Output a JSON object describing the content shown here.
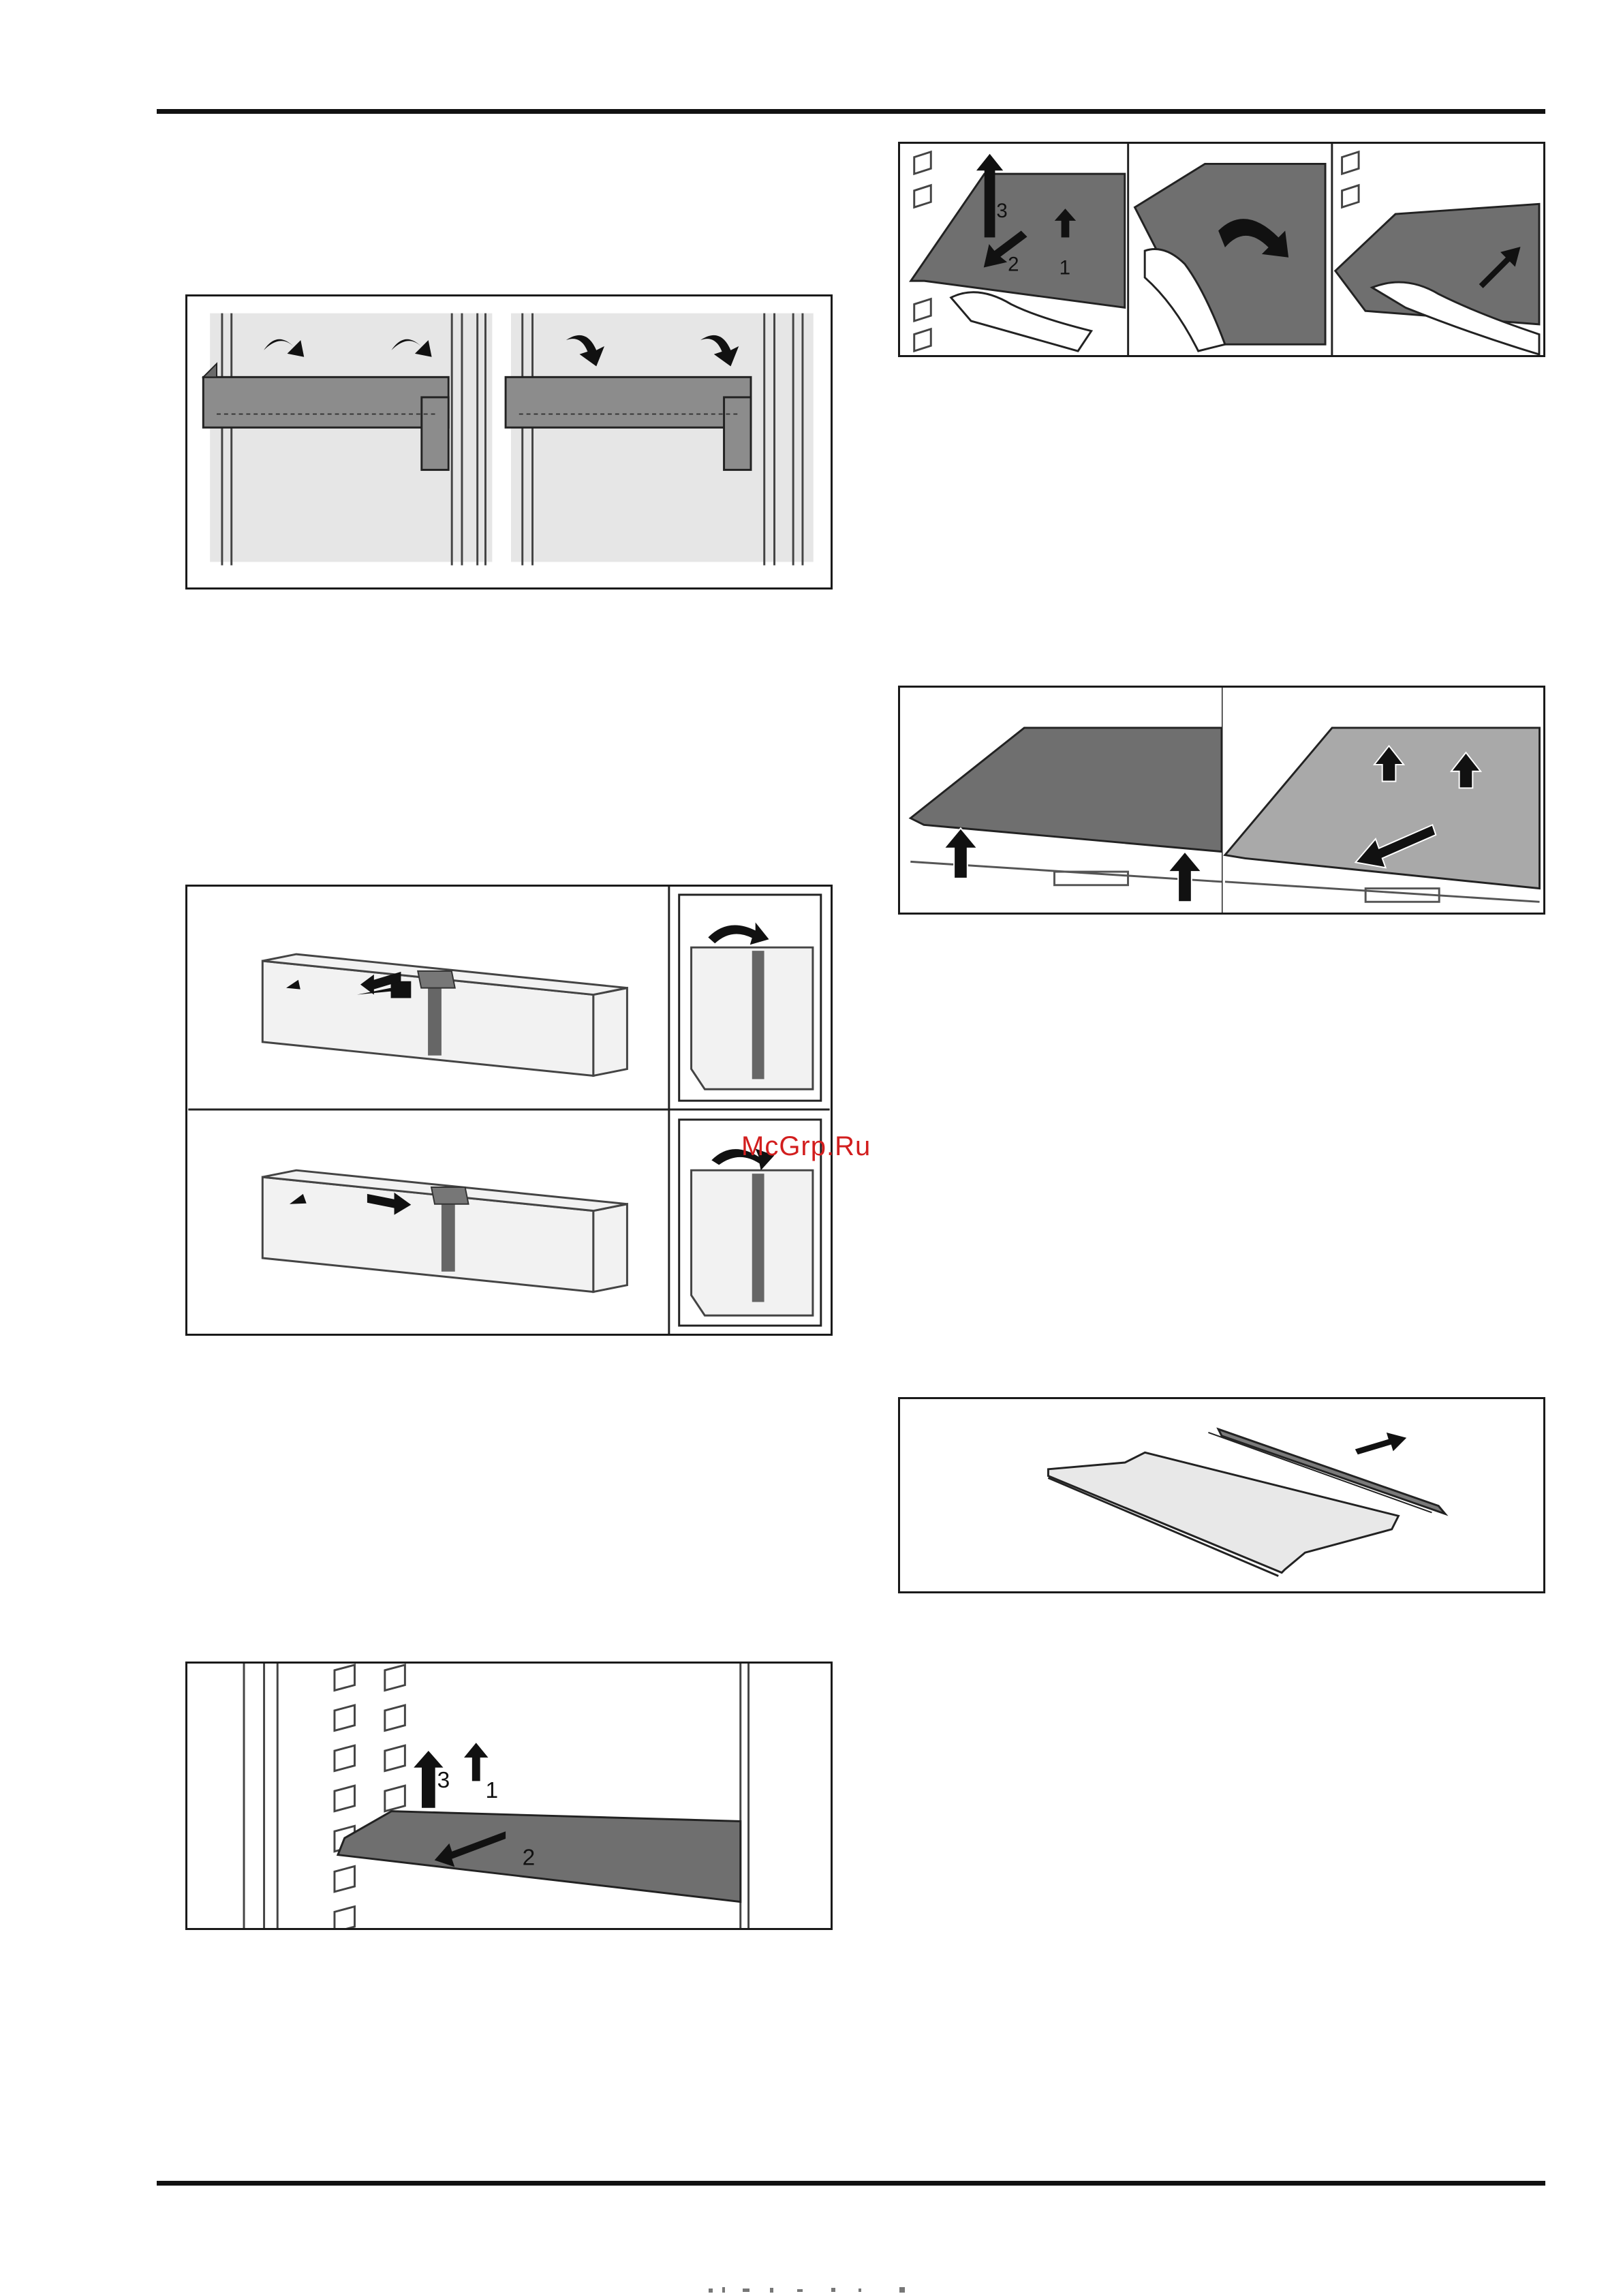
{
  "watermark": "McGrp.Ru",
  "figures": {
    "shelf_figure": {
      "labels": {
        "step1": "1",
        "step2": "2",
        "step3": "3"
      }
    },
    "top_right_figure": {
      "labels": {
        "step1": "1",
        "step2": "2",
        "step3": "3"
      }
    }
  }
}
